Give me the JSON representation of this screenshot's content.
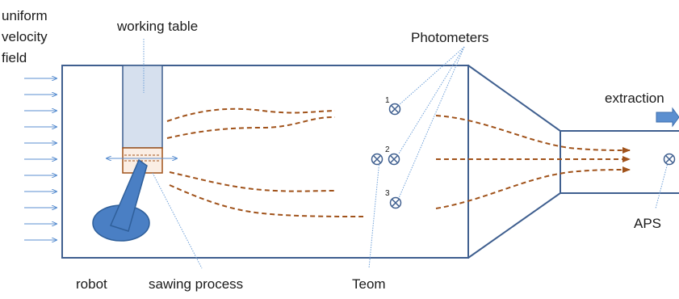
{
  "labels": {
    "inlet": [
      "uniform",
      "velocity",
      "field"
    ],
    "working_table": "working table",
    "photometers": "Photometers",
    "extraction": "extraction",
    "aps": "APS",
    "robot": "robot",
    "sawing_process": "sawing process",
    "teom": "Teom"
  },
  "photometer_numbers": [
    "1",
    "2",
    "3"
  ],
  "colors": {
    "duct_outline": "#3f5f8f",
    "table_fill": "#d6e0ee",
    "robot_fill": "#4a7fc4",
    "robot_stroke": "#2f5f9a",
    "flow_lines": "#a0521a",
    "inlet_arrows": "#5b8fd0",
    "leader_lines": "#6fa0d8"
  },
  "icons": [
    "sensor-icon",
    "arrow-icon"
  ]
}
